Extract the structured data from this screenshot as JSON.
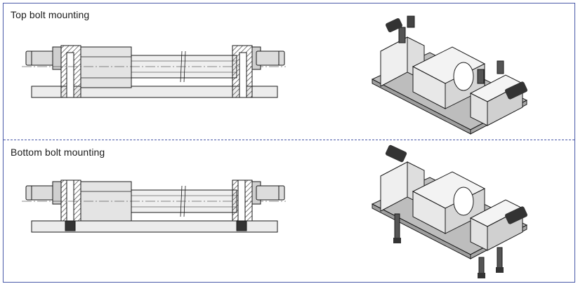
{
  "panels": {
    "top": {
      "title": "Top bolt mounting"
    },
    "bottom": {
      "title": "Bottom bolt mounting"
    }
  },
  "colors": {
    "frame": "#4a5aa8",
    "line": "#1a1a1a",
    "hatch": "#444444",
    "shade": "#d8d8d8",
    "plate": "#b8b8b8"
  },
  "icons": [
    "section-drawing",
    "isometric-cylinder-illustration"
  ]
}
